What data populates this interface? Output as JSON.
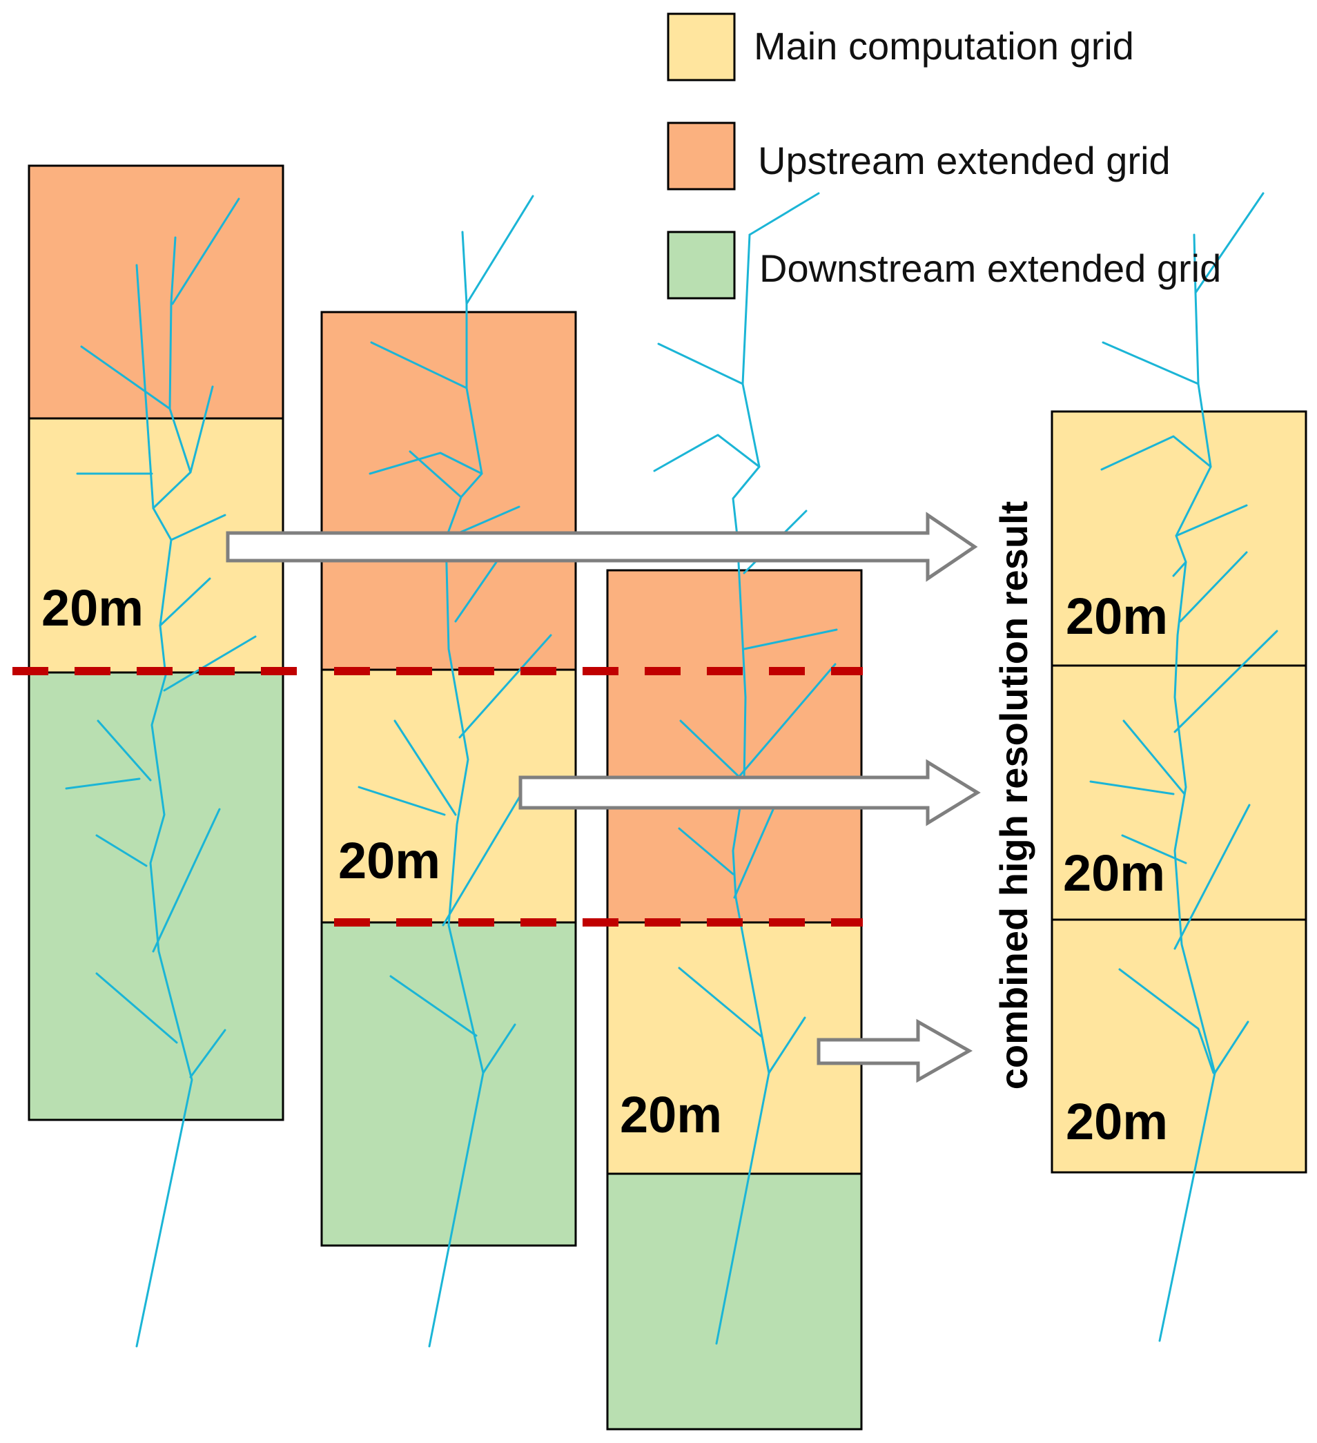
{
  "legend": [
    {
      "key": "main",
      "label": "Main computation grid",
      "color": "#FFE59E"
    },
    {
      "key": "upstream",
      "label": "Upstream extended grid",
      "color": "#FBB17F"
    },
    {
      "key": "downstream",
      "label": "Downstream extended grid",
      "color": "#B9DFB1"
    }
  ],
  "cell_label": "20m",
  "combined_label": "combined high resolution result",
  "colors": {
    "river": "#1BB5D6",
    "dashed_boundary": "#C00000",
    "arrow": "#7F7F7F",
    "outline": "#000000"
  }
}
